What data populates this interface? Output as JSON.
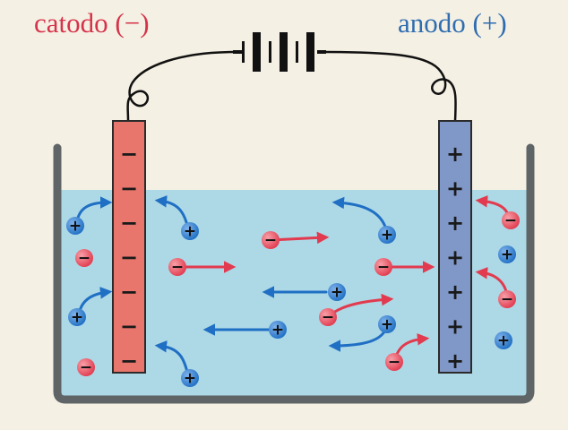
{
  "labels": {
    "cathode": "catodo (−)",
    "anode": "anodo (+)"
  },
  "electrodes": {
    "cathode_sign": "−",
    "anode_sign": "+",
    "sign_count": 7
  },
  "ions": {
    "positive_sign": "+",
    "negative_sign": "−"
  },
  "colors": {
    "background": "#f5f0e4",
    "electrolyte": "#add8e6",
    "container": "#5f6466",
    "cathode_fill": "#e8766c",
    "anode_fill": "#7f98c8",
    "cathode_label": "#d6334a",
    "anode_label": "#2e6db0",
    "positive_ion": "#1f6fc4",
    "negative_ion": "#e23a4e",
    "positive_arrow": "#1f6fc4",
    "negative_arrow": "#e23a4e",
    "wire": "#111111",
    "battery": "#111111"
  },
  "icons": {
    "battery": "battery-icon",
    "positive_ion": "positive-ion-icon",
    "negative_ion": "negative-ion-icon"
  }
}
